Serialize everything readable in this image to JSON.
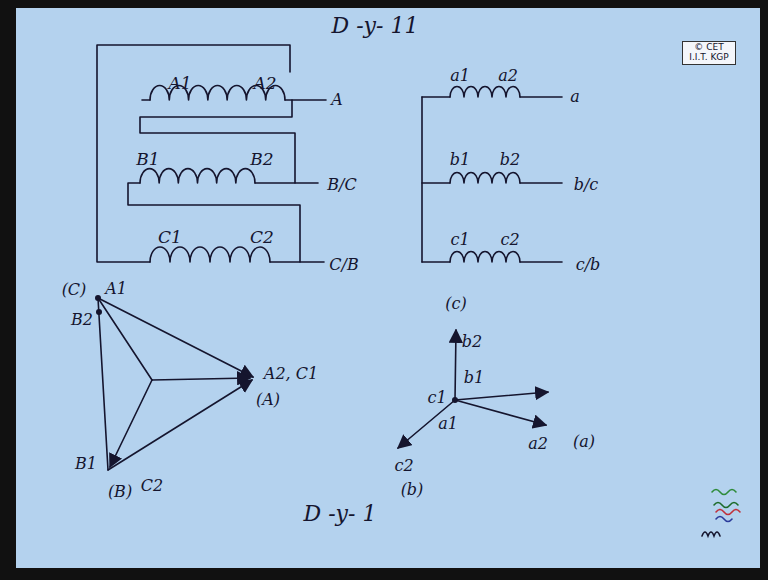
{
  "diagram": {
    "title": "D -y- 11",
    "labels": [
      "A1",
      "A2",
      "A",
      "B1",
      "B2",
      "B/C",
      "C1",
      "C2",
      "C/B",
      "a1",
      "a2",
      "a",
      "b1",
      "b2",
      "b/c",
      "c1",
      "c2",
      "c/b",
      "(C)",
      "A1",
      "B2",
      "A2, C1",
      "(A)",
      "B1",
      "(B)",
      "C2",
      "(c)",
      "b2",
      "c1",
      "b1",
      "a1",
      "a2",
      "(a)",
      "c2",
      "(b)",
      "D -y- 1",
      "© CET I.I.T. KGP"
    ]
  }
}
